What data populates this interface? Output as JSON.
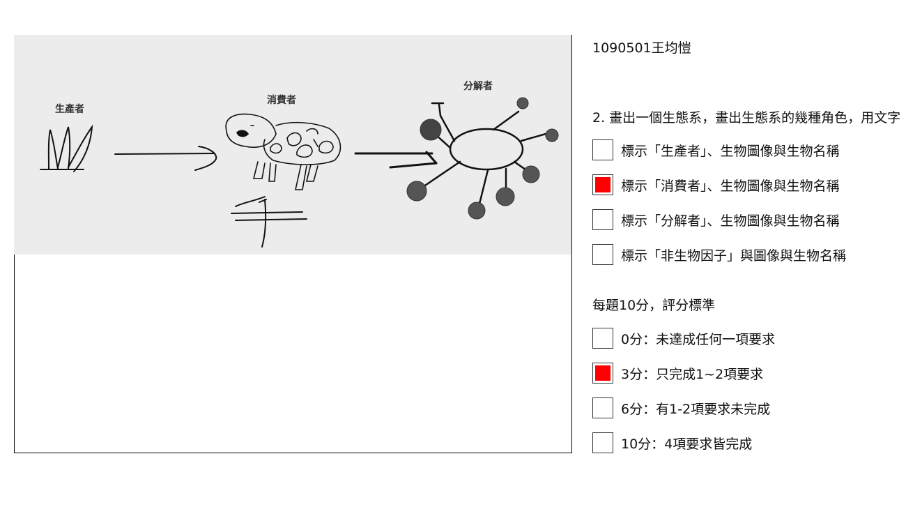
{
  "drawing": {
    "labels": {
      "producer": "生產者",
      "consumer": "消費者",
      "decomposer": "分解者"
    }
  },
  "student": "1090501王均愷",
  "question": "2. 畫出一個生態系，畫出生態系的幾種角色，用文字",
  "requirements": [
    {
      "label": "標示「生產者」、生物圖像與生物名稱",
      "checked": false
    },
    {
      "label": "標示「消費者」、生物圖像與生物名稱",
      "checked": true
    },
    {
      "label": "標示「分解者」、生物圖像與生物名稱",
      "checked": false
    },
    {
      "label": "標示「非生物因子」與圖像與生物名稱",
      "checked": false
    }
  ],
  "scoring": {
    "title": "每題10分，評分標準",
    "options": [
      {
        "label": "0分：未達成任何一項要求",
        "checked": false
      },
      {
        "label": "3分：只完成1~2項要求",
        "checked": true
      },
      {
        "label": "6分：有1-2項要求未完成",
        "checked": false
      },
      {
        "label": "10分：4項要求皆完成",
        "checked": false
      }
    ]
  },
  "colors": {
    "check_fill": "#ff0000",
    "drawing_bg": "#ececec"
  }
}
